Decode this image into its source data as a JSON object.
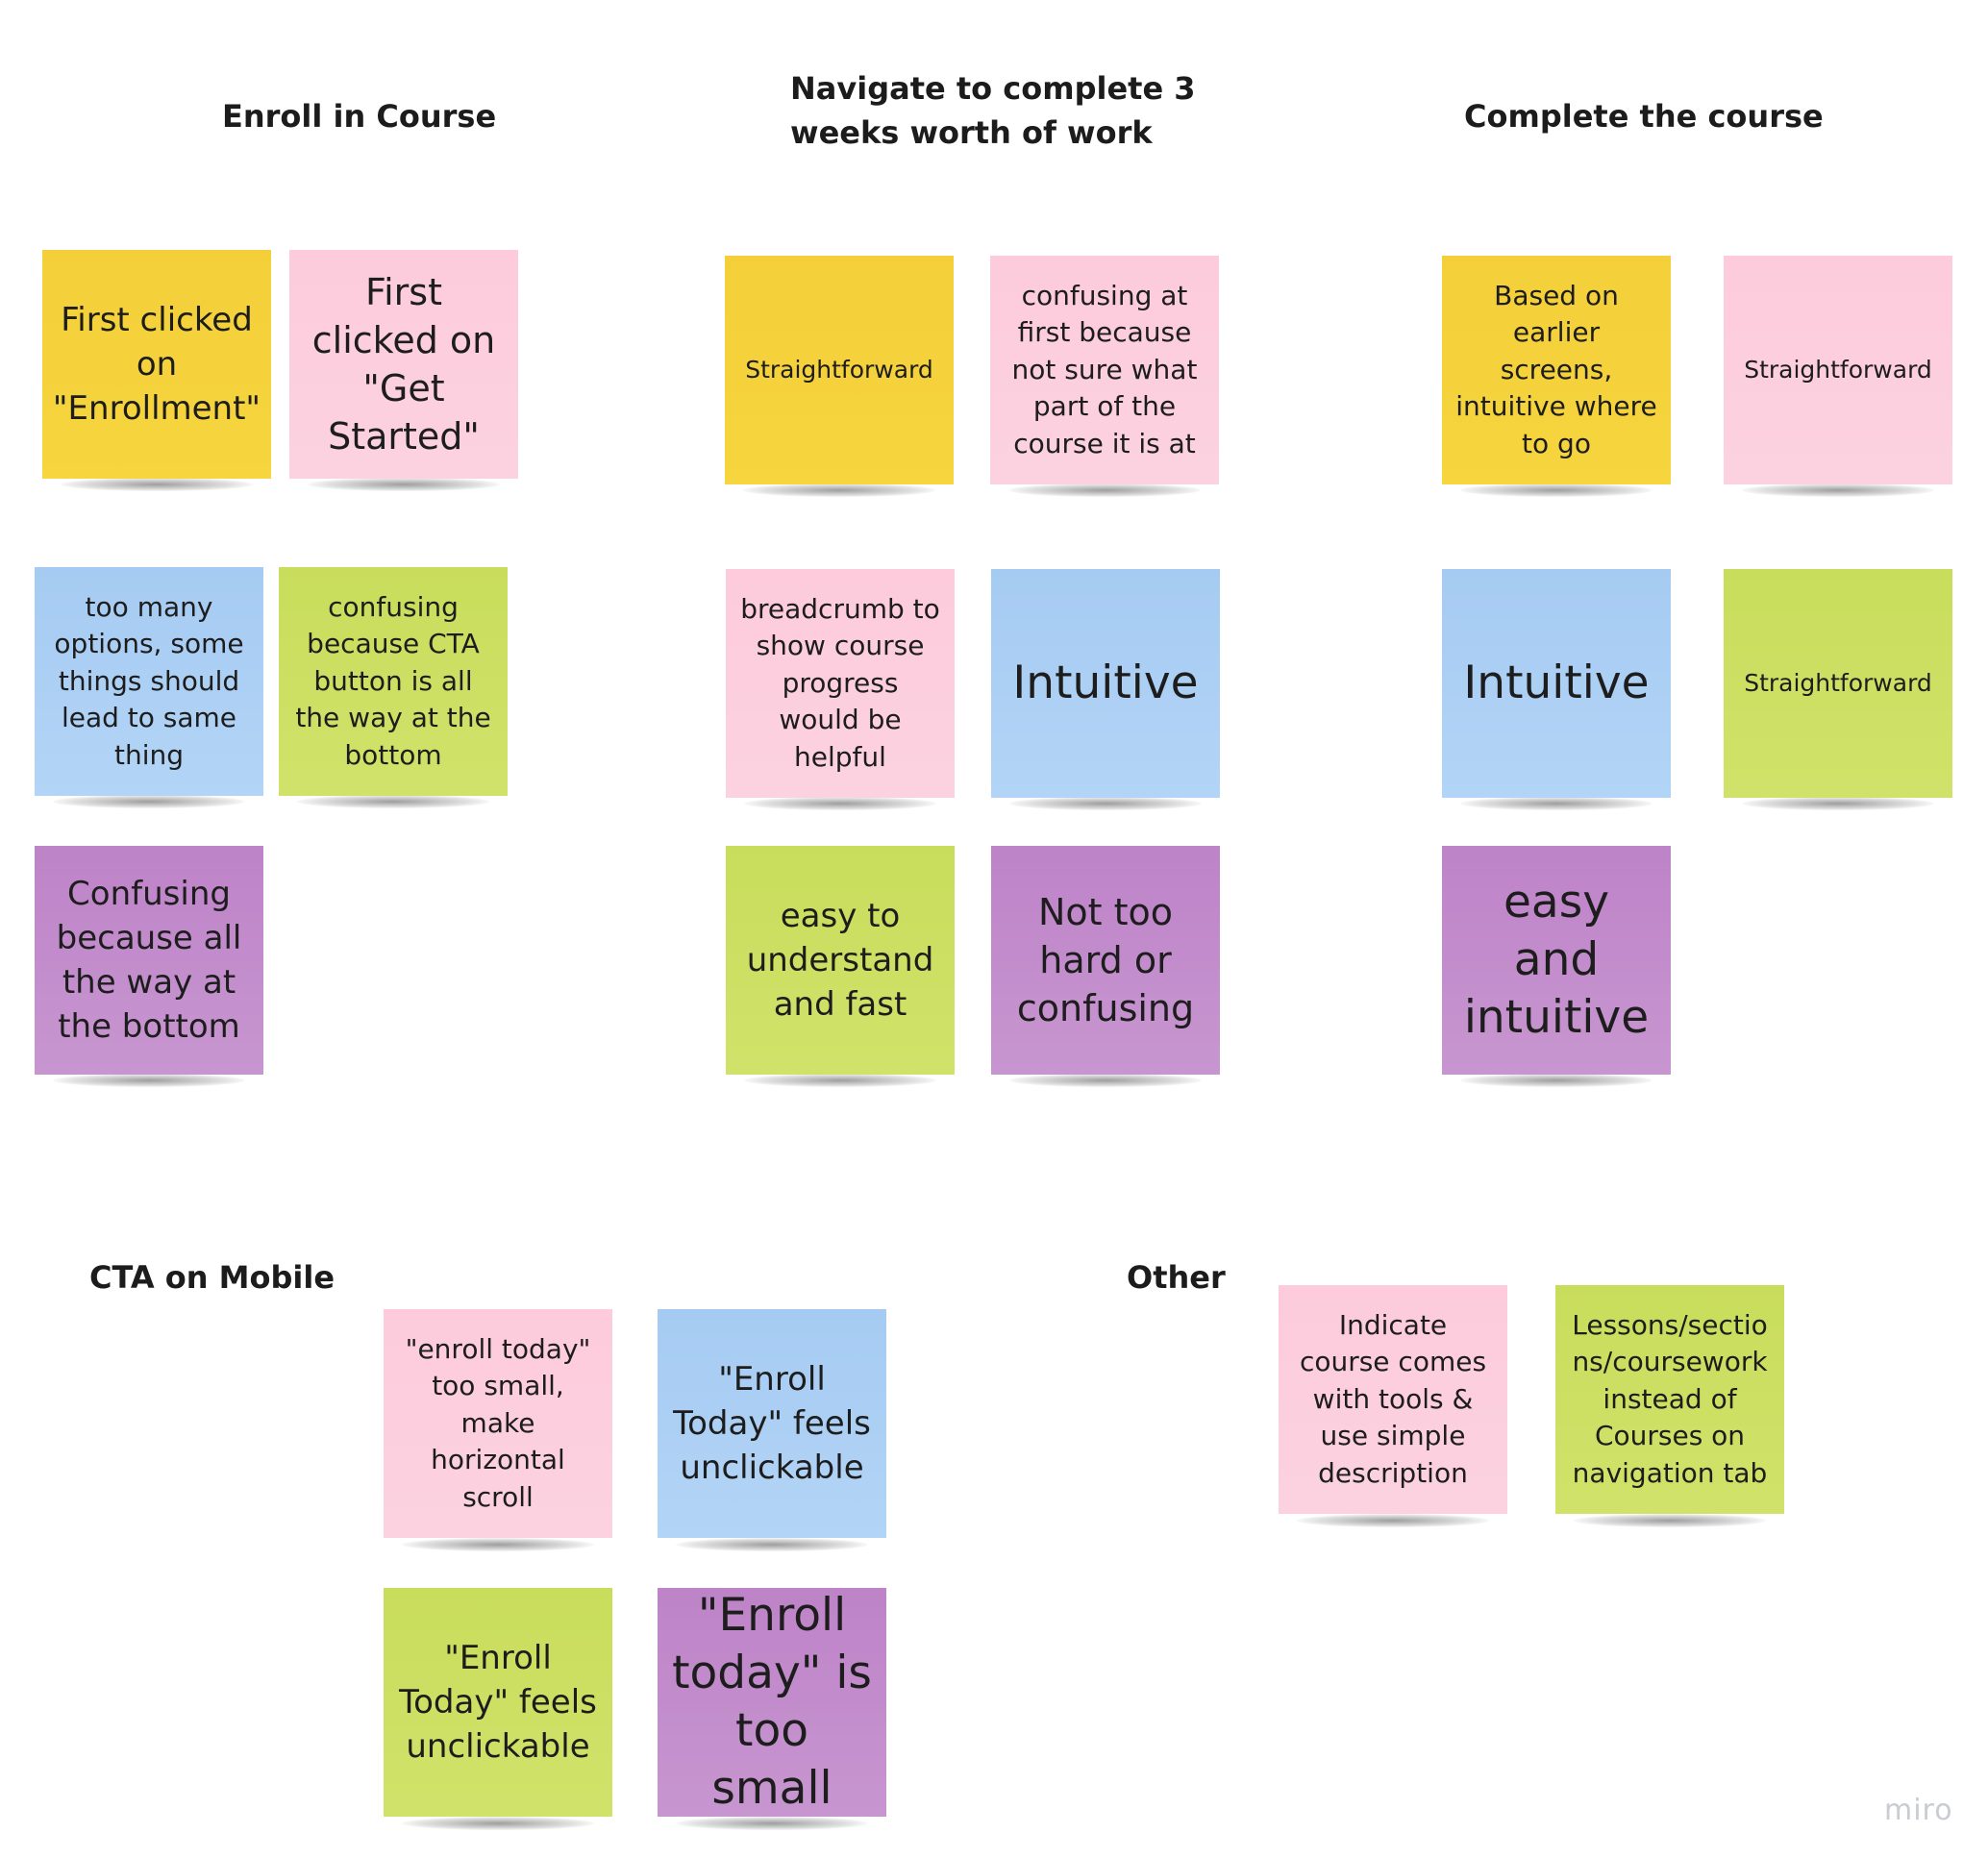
{
  "board": {
    "headings": {
      "enroll": "Enroll in Course",
      "navigate_line1": "Navigate to complete 3",
      "navigate_line2": "weeks worth of work",
      "complete": "Complete the course",
      "cta_mobile": "CTA on Mobile",
      "other": "Other"
    },
    "notes": {
      "enroll_1": "First clicked on \"Enrollment\"",
      "enroll_2": "First clicked on \"Get Started\"",
      "enroll_3": "too many options, some things should lead to same thing",
      "enroll_4": "confusing because CTA button is all the way at the bottom",
      "enroll_5": "Confusing because all the way at the bottom",
      "nav_1": "Straightforward",
      "nav_2": "confusing at first because not sure what part of the course it is at",
      "nav_3": "breadcrumb to show course progress would be helpful",
      "nav_4": "Intuitive",
      "nav_5": "easy to understand and fast",
      "nav_6": "Not too hard or confusing",
      "complete_1": "Based on earlier screens, intuitive where to go",
      "complete_2": "Straightforward",
      "complete_3": "Intuitive",
      "complete_4": "Straightforward",
      "complete_5": "easy and intuitive",
      "cta_1": "\"enroll today\" too small, make horizontal scroll",
      "cta_2": "\"Enroll Today\" feels unclickable",
      "cta_3": "\"Enroll Today\" feels unclickable",
      "cta_4": "\"Enroll today\" is too small",
      "other_1": "Indicate course comes with tools & use simple description",
      "other_2": "Lessons/sectio ns/coursework instead of Courses on navigation tab"
    },
    "colors": {
      "yellow": "#f5d23c",
      "pink": "#fdcfde",
      "blue": "#abcff4",
      "green": "#cde063",
      "purple": "#c28cca"
    },
    "watermark": "miro"
  }
}
